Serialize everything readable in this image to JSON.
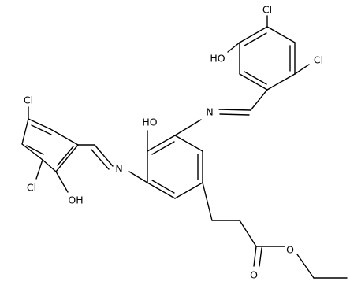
{
  "atoms": {
    "cl_top_right_ring_upper": "Cl",
    "cl_top_right_ring_right": "Cl",
    "oh_top_right_ring": "HO",
    "oh_central_ring": "HO",
    "n_upper_imine": "N",
    "n_lower_imine": "N",
    "cl_left_ring_upper": "Cl",
    "cl_left_ring_lower": "Cl",
    "oh_left_ring": "OH",
    "o_ester_ether": "O",
    "o_carbonyl": "O"
  }
}
